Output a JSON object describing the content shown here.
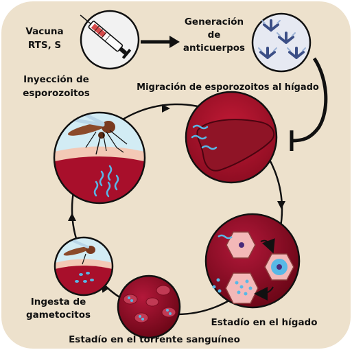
{
  "labels": {
    "vaccine_line1": "Vacuna",
    "vaccine_line2": "RTS, S",
    "antibody_line1": "Generación",
    "antibody_line2": "de",
    "antibody_line3": "anticuerpos",
    "injection_line1": "Inyección de",
    "injection_line2": "esporozoitos",
    "migration": "Migración de esporozoitos al hígado",
    "liver_stage": "Estadío en el hígado",
    "gametocyte_line1": "Ingesta de",
    "gametocyte_line2": "gametocitos",
    "blood_stage": "Estadío en el torrente sanguíneo"
  },
  "colors": {
    "background": "#ede1cc",
    "blood": "#a80f2b",
    "dark_blood": "#7a0a1f",
    "parasite": "#58b8e6",
    "liver": "#8f1426",
    "skin": "#f3c9b6",
    "sky": "#d2ecf4",
    "antibody_blue": "#3c4f86",
    "antibody_light": "#9db3d6"
  }
}
